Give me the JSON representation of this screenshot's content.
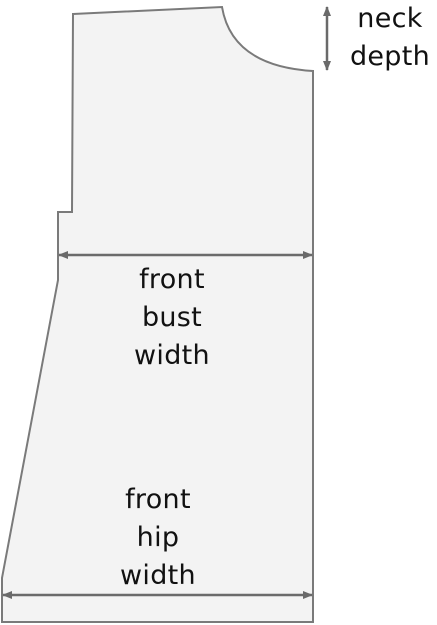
{
  "diagram": {
    "fill_color": "#f3f3f3",
    "outline_color": "#7a7a7a",
    "arrow_color": "#6a6a6a",
    "neck_depth_label": [
      "neck",
      "depth"
    ],
    "bust_width_label": [
      "front",
      "bust",
      "width"
    ],
    "hip_width_label": [
      "front",
      "hip",
      "width"
    ]
  }
}
